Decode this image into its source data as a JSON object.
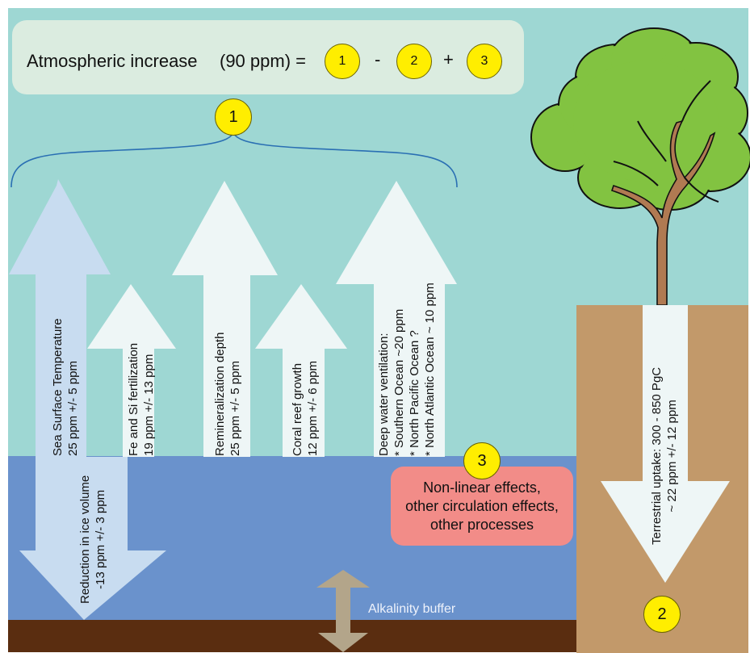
{
  "equation": {
    "label": "Atmospheric increase",
    "value": "(90 ppm) =",
    "terms": [
      "1",
      "2",
      "3"
    ],
    "operators": [
      "-",
      "+"
    ]
  },
  "brace_badge": "1",
  "arrows_up": [
    {
      "lines": [
        "Sea Surface Temperature",
        "25 ppm +/- 5 ppm"
      ]
    },
    {
      "lines": [
        "Fe and Si fertilization",
        "19 ppm +/- 13 ppm"
      ]
    },
    {
      "lines": [
        "Remineralization depth",
        "25 ppm +/- 5 ppm"
      ]
    },
    {
      "lines": [
        "Coral reef growth",
        "12 ppm +/- 6 ppm"
      ]
    },
    {
      "lines": [
        "Deep water ventilation:",
        "* Southern Ocean ~20 ppm",
        "* North Pacific Ocean ?",
        "* North Atlantic Ocean ~ 10 ppm"
      ]
    }
  ],
  "arrow_down_ice": {
    "lines": [
      "Reduction in ice volume",
      "-13 ppm +/- 3 ppm"
    ]
  },
  "terrestrial": {
    "lines": [
      "Terrestrial uptake: 300 - 850 PgC",
      "~ 22  ppm +/- 12 ppm"
    ],
    "badge": "2"
  },
  "nonlinear": {
    "badge": "3",
    "lines": [
      "Non-linear effects,",
      "other circulation effects,",
      "other processes"
    ]
  },
  "alkalinity_label": "Alkalinity buffer",
  "colors": {
    "sky": "#9ed7d3",
    "ocean": "#6a92cc",
    "sediment": "#5a2d10",
    "soil": "#c2996a",
    "badge": "#ffee00",
    "nonlinear_box": "#f28c88",
    "equation_box": "#dbece0",
    "brace": "#2a6fb3",
    "arrow_sst": "#c8dcf0",
    "arrow_white": "#eef6f6",
    "alkalinity_arrow": "#b3a58a",
    "leaf": "#82c341",
    "trunk": "#b07a52"
  }
}
